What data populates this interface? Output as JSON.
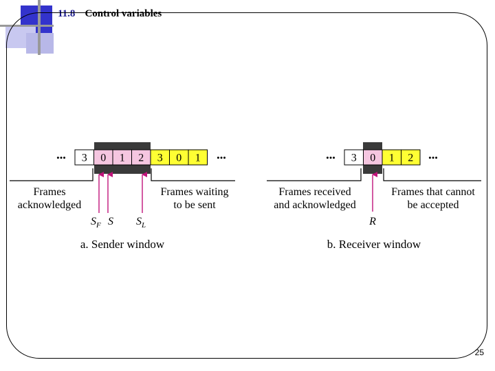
{
  "slide": {
    "number": "11.8",
    "title": "Control variables",
    "page_number": "25"
  },
  "colors": {
    "title_blue": "#1a1a8c",
    "deco_blue": "#3333cc",
    "deco_light": "#c8c8f0",
    "deco_gray": "#999999",
    "pink": "#f5c6e0",
    "yellow": "#ffff33",
    "white": "#ffffff",
    "dark_band": "#3a3a3a",
    "arrow": "#c0137a"
  },
  "sender": {
    "ellipsis_left": "•••",
    "ellipsis_right": "•••",
    "cells": [
      {
        "label": "3",
        "fill": "white"
      },
      {
        "label": "0",
        "fill": "pink"
      },
      {
        "label": "1",
        "fill": "pink"
      },
      {
        "label": "2",
        "fill": "pink"
      },
      {
        "label": "3",
        "fill": "yellow"
      },
      {
        "label": "0",
        "fill": "yellow"
      },
      {
        "label": "1",
        "fill": "yellow"
      }
    ],
    "left_label": [
      "Frames",
      "acknowledged"
    ],
    "right_label": [
      "Frames waiting",
      "to be sent"
    ],
    "pointer_sf": "S",
    "pointer_sf_sub": "F",
    "pointer_s": "S",
    "pointer_sl": "S",
    "pointer_sl_sub": "L",
    "caption": "a. Sender window"
  },
  "receiver": {
    "ellipsis_left": "•••",
    "ellipsis_right": "•••",
    "cells": [
      {
        "label": "3",
        "fill": "white"
      },
      {
        "label": "0",
        "fill": "pink"
      },
      {
        "label": "1",
        "fill": "yellow"
      },
      {
        "label": "2",
        "fill": "yellow"
      }
    ],
    "left_label": [
      "Frames received",
      "and acknowledged"
    ],
    "right_label": [
      "Frames that cannot",
      "be accepted"
    ],
    "pointer_r": "R",
    "caption": "b. Receiver window"
  }
}
